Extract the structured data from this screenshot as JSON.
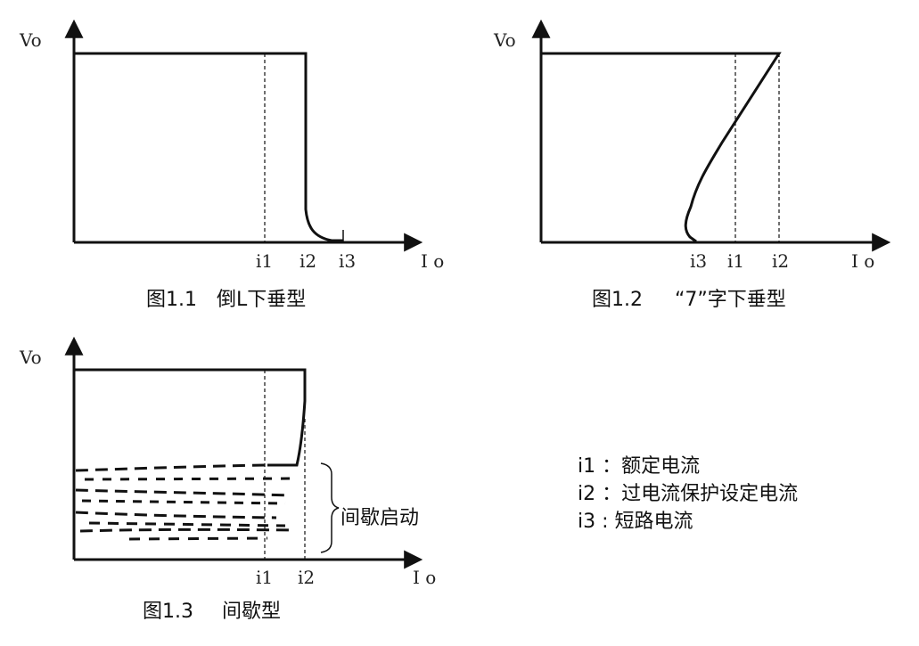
{
  "figures": {
    "fig1": {
      "caption": "图1.1",
      "title": "倒L下垂型",
      "y_axis_label": "Vo",
      "x_axis_label": "I o",
      "x_ticks": [
        "i1",
        "i2",
        "i3"
      ]
    },
    "fig2": {
      "caption": "图1.2",
      "title": "“7”字下垂型",
      "y_axis_label": "Vo",
      "x_axis_label": "I o",
      "x_ticks": [
        "i3",
        "i1",
        "i2"
      ]
    },
    "fig3": {
      "caption": "图1.3",
      "title": "间歇型",
      "y_axis_label": "Vo",
      "x_axis_label": "I o",
      "x_ticks": [
        "i1",
        "i2"
      ],
      "brace_label": "间歇启动"
    }
  },
  "legend": [
    {
      "key": "i1",
      "sep": "：",
      "text": "额定电流"
    },
    {
      "key": "i2",
      "sep": "：",
      "text": "过电流保护设定电流"
    },
    {
      "key": "i3",
      "sep": ":",
      "text": "短路电流"
    }
  ],
  "colors": {
    "line": "#111111"
  }
}
